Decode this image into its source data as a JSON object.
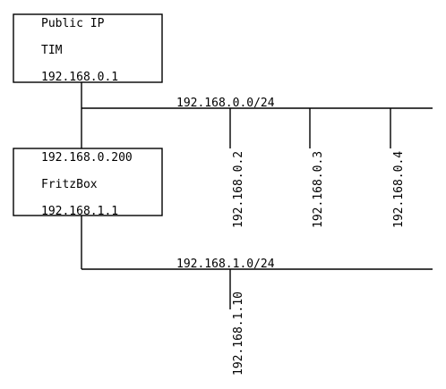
{
  "boxes": {
    "isp": {
      "line1": "Public IP",
      "line2": "TIM",
      "line3": "192.168.0.1"
    },
    "router": {
      "line1": "192.168.0.200",
      "line2": "FritzBox",
      "line3": "192.168.1.1"
    }
  },
  "networks": {
    "lan0": {
      "label": "192.168.0.0/24",
      "hosts": [
        "192.168.0.2",
        "192.168.0.3",
        "192.168.0.4"
      ]
    },
    "lan1": {
      "label": "192.168.1.0/24",
      "hosts": [
        "192.168.1.10"
      ]
    }
  },
  "colors": {
    "stroke": "#000000",
    "background": "#ffffff"
  }
}
